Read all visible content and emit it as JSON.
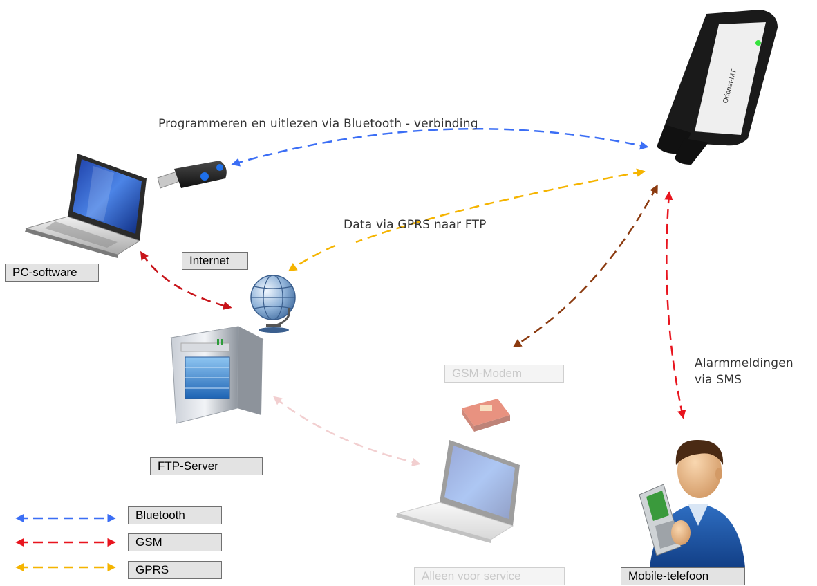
{
  "captions": {
    "bluetooth_link": "Programmeren en uitlezen via Bluetooth - verbinding",
    "gprs_link": "Data via GPRS naar FTP",
    "sms_line1": "Alarmmeldingen",
    "sms_line2": "via SMS"
  },
  "labels": {
    "pc_software": "PC-software",
    "internet": "Internet",
    "ftp_server": "FTP-Server",
    "gsm_modem": "GSM-Modem",
    "service": "Alleen voor service",
    "mobile_phone": "Mobile-telefoon"
  },
  "legend": [
    {
      "label": "Bluetooth",
      "color": "#3b6ef5"
    },
    {
      "label": "GSM",
      "color": "#e8141e"
    },
    {
      "label": "GPRS",
      "color": "#f5b400"
    }
  ],
  "device": {
    "brand_text": "Orionat-MT"
  },
  "colors": {
    "bluetooth": "#3b6ef5",
    "gsm": "#e8141e",
    "gprs": "#f5b400",
    "modem_link": "#8b3a0f",
    "faded_link": "#f2cfd0"
  }
}
